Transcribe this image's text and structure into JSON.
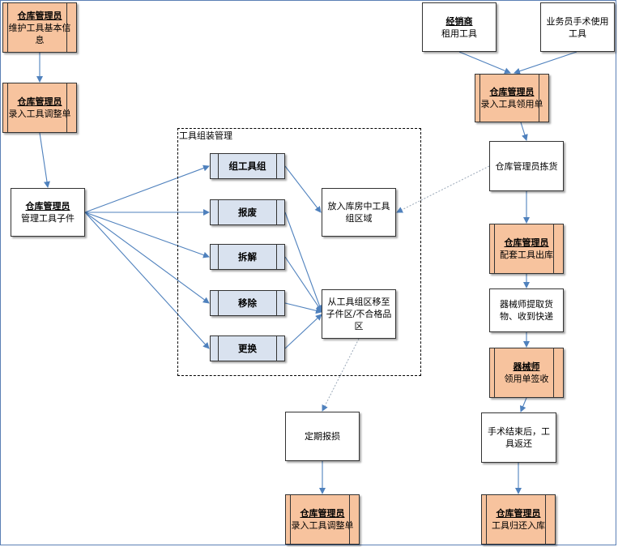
{
  "group_label": "工具组装管理",
  "nodes": {
    "maint_info": {
      "title": "仓库管理员",
      "text": "维护工具基本信息"
    },
    "adjust_top": {
      "title": "仓库管理员",
      "text": "录入工具调整单"
    },
    "sub_manage": {
      "title": "仓库管理员",
      "text": "管理工具子件"
    },
    "assemble": {
      "text": "组工具组"
    },
    "scrap": {
      "text": "报废"
    },
    "dismantle": {
      "text": "拆解"
    },
    "remove": {
      "text": "移除"
    },
    "replace": {
      "text": "更换"
    },
    "put_in": {
      "text": "放入库房中工具组区域"
    },
    "move_out": {
      "text": "从工具组区移至子件区/不合格品区"
    },
    "periodic": {
      "text": "定期报损"
    },
    "adjust_bottom": {
      "title": "仓库管理员",
      "text": "录入工具调整单"
    },
    "dealer": {
      "title": "经销商",
      "text": "租用工具"
    },
    "salesman": {
      "text": "业务员手术使用工具"
    },
    "borrow_form": {
      "title": "仓库管理员",
      "text": "录入工具领用单"
    },
    "pick": {
      "text": "仓库管理员拣货"
    },
    "ship": {
      "title": "仓库管理员",
      "text": "配套工具出库"
    },
    "technician_pick": {
      "text": "器械师提取货物、收到快递"
    },
    "sign": {
      "title": "器械师",
      "text": "领用单签收"
    },
    "return": {
      "text": "手术结束后，工具返还"
    },
    "stock_in": {
      "title": "仓库管理员",
      "text": "工具归还入库"
    }
  }
}
